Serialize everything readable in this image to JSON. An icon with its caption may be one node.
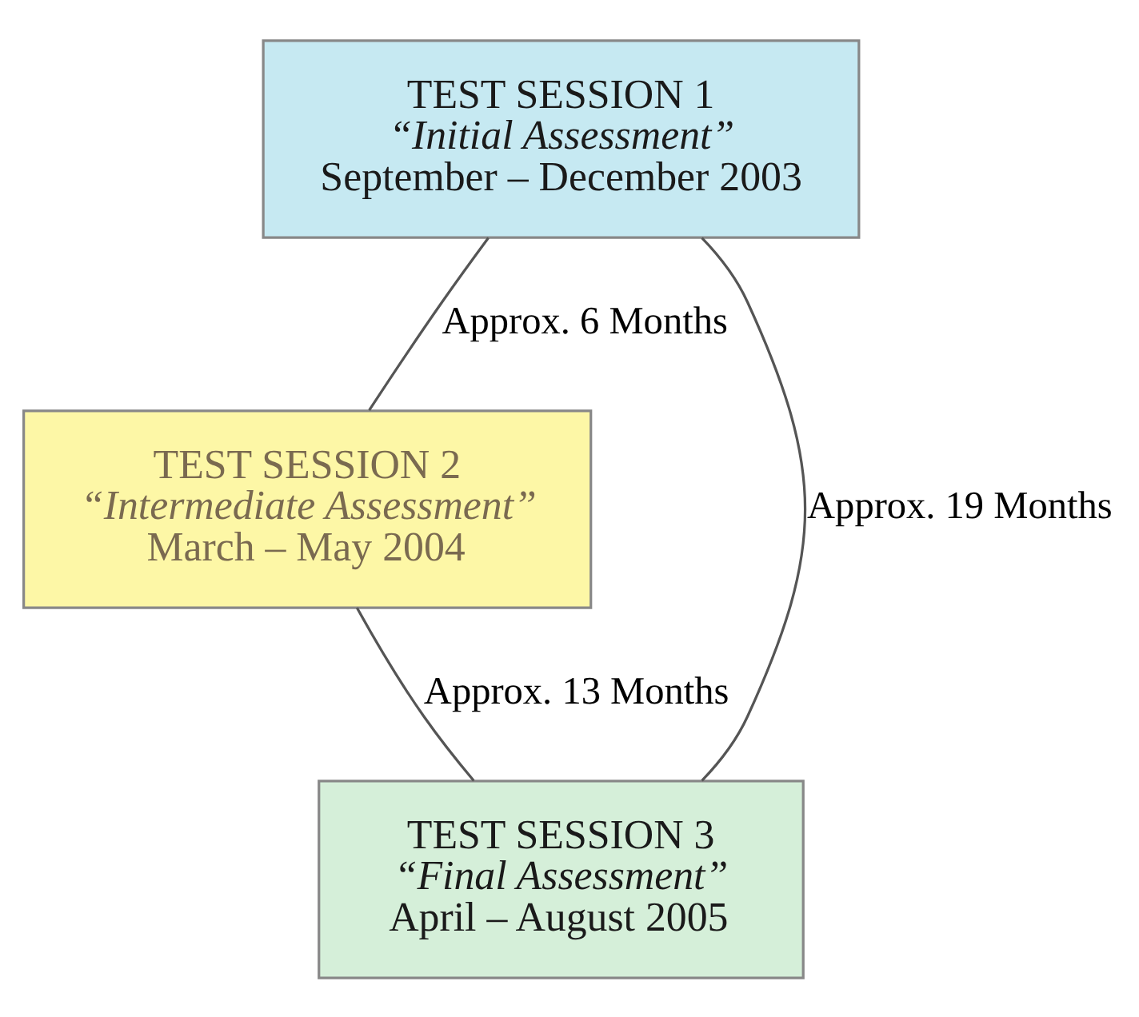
{
  "diagram": {
    "nodes": [
      {
        "text": [
          "TEST SESSION 1",
          "“Initial Assessment”",
          "September – December 2003"
        ]
      },
      {
        "text": [
          "TEST SESSION 2",
          "“Intermediate Assessment”",
          "March – May 2004"
        ]
      },
      {
        "text": [
          "TEST SESSION 3",
          "“Final Assessment”",
          "April – August 2005"
        ]
      }
    ],
    "edges": [
      {
        "from": 0,
        "to": 1,
        "arrow": "none",
        "label": "Approx. 6 Months"
      },
      {
        "from": 1,
        "to": 2,
        "arrow": "none",
        "label": "Approx. 13 Months"
      },
      {
        "from": 0,
        "to": 2,
        "arrow": "none",
        "label": "Approx. 19 Months"
      }
    ]
  }
}
